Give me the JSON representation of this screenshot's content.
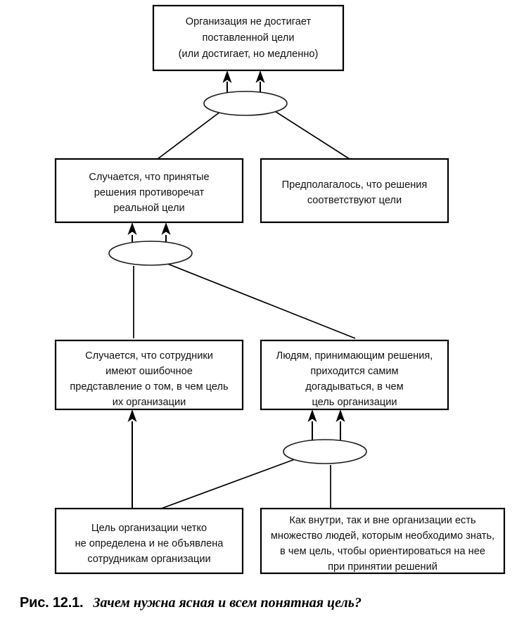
{
  "figure": {
    "caption_label": "Рис. 12.1.",
    "caption_title": "Зачем нужна ясная и всем понятная цель?",
    "diagram_type": "current-reality-tree",
    "colors": {
      "background": "#ffffff",
      "box_border": "#000000",
      "text": "#111111",
      "connector": "#1a1a1a"
    }
  },
  "nodes": [
    {
      "id": "top-effect",
      "role": "undesirable-effect-top",
      "lines": [
        "Организация не достигает",
        "поставленной цели",
        "(или достигает, но медленно)"
      ]
    },
    {
      "id": "mid-left",
      "role": "intermediate-effect-left",
      "lines": [
        "Случается, что принятые",
        "решения противоречат",
        "реальной цели"
      ]
    },
    {
      "id": "mid-right",
      "role": "intermediate-effect-right",
      "lines": [
        "Предполагалось, что решения",
        "соответствуют цели"
      ]
    },
    {
      "id": "low-left",
      "role": "cause-left",
      "lines": [
        "Случается, что сотрудники",
        "имеют ошибочное",
        "представление о том, в чем цель",
        "их организации"
      ]
    },
    {
      "id": "low-right",
      "role": "cause-right",
      "lines": [
        "Людям, принимающим решения,",
        "приходится самим",
        "догадываться, в чем",
        "цель организации"
      ]
    },
    {
      "id": "root-left",
      "role": "root-cause-left",
      "lines": [
        "Цель организации четко",
        "не определена и не объявлена",
        "сотрудникам организации"
      ]
    },
    {
      "id": "root-right",
      "role": "root-cause-right",
      "lines": [
        "Как внутри, так и вне организации есть",
        "множество людей, которым необходимо знать,",
        "в чем цель, чтобы ориентироваться на нее",
        "при принятии решений"
      ]
    }
  ],
  "connectors": [
    {
      "id": "and-top",
      "kind": "and-ellipse",
      "feeds": "top-effect",
      "from": [
        "mid-left",
        "mid-right"
      ]
    },
    {
      "id": "and-middle",
      "kind": "and-ellipse",
      "feeds": "mid-left",
      "from": [
        "low-left",
        "low-right"
      ]
    },
    {
      "id": "and-lower",
      "kind": "and-ellipse",
      "feeds": "low-right",
      "from": [
        "root-left",
        "root-right"
      ]
    }
  ],
  "direct_edges": [
    {
      "from": "root-left",
      "to": "low-left",
      "kind": "arrow"
    }
  ]
}
